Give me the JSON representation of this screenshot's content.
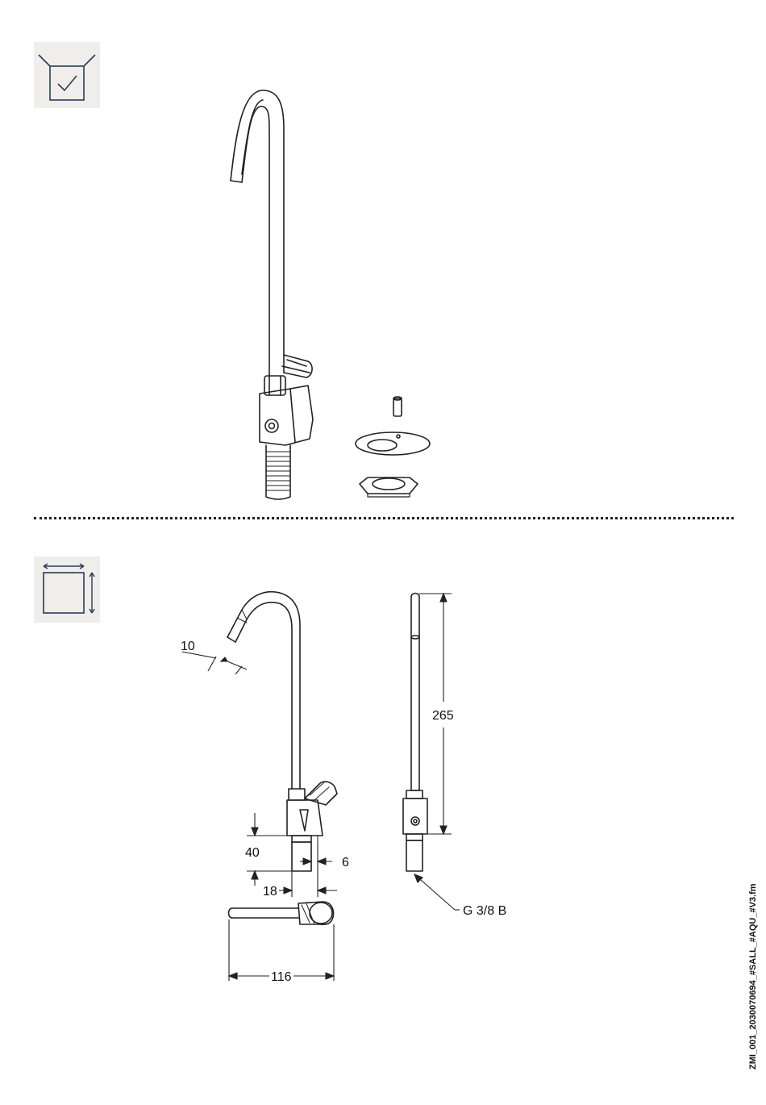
{
  "sections": {
    "contents_icon": "box-contents-icon",
    "dimensions_icon": "dimensions-icon"
  },
  "dimensions": {
    "outlet_diameter": "10",
    "height": "265",
    "body_height": "40",
    "thread_offset": "6",
    "shank_width": "18",
    "reach": "116",
    "connection_thread": "G 3/8 B"
  },
  "document_ref": "ZMI_001_2030070694_#SALL_#AQU_#V3.fm",
  "colors": {
    "icon_background": "#efeeea",
    "line": "#222222"
  }
}
